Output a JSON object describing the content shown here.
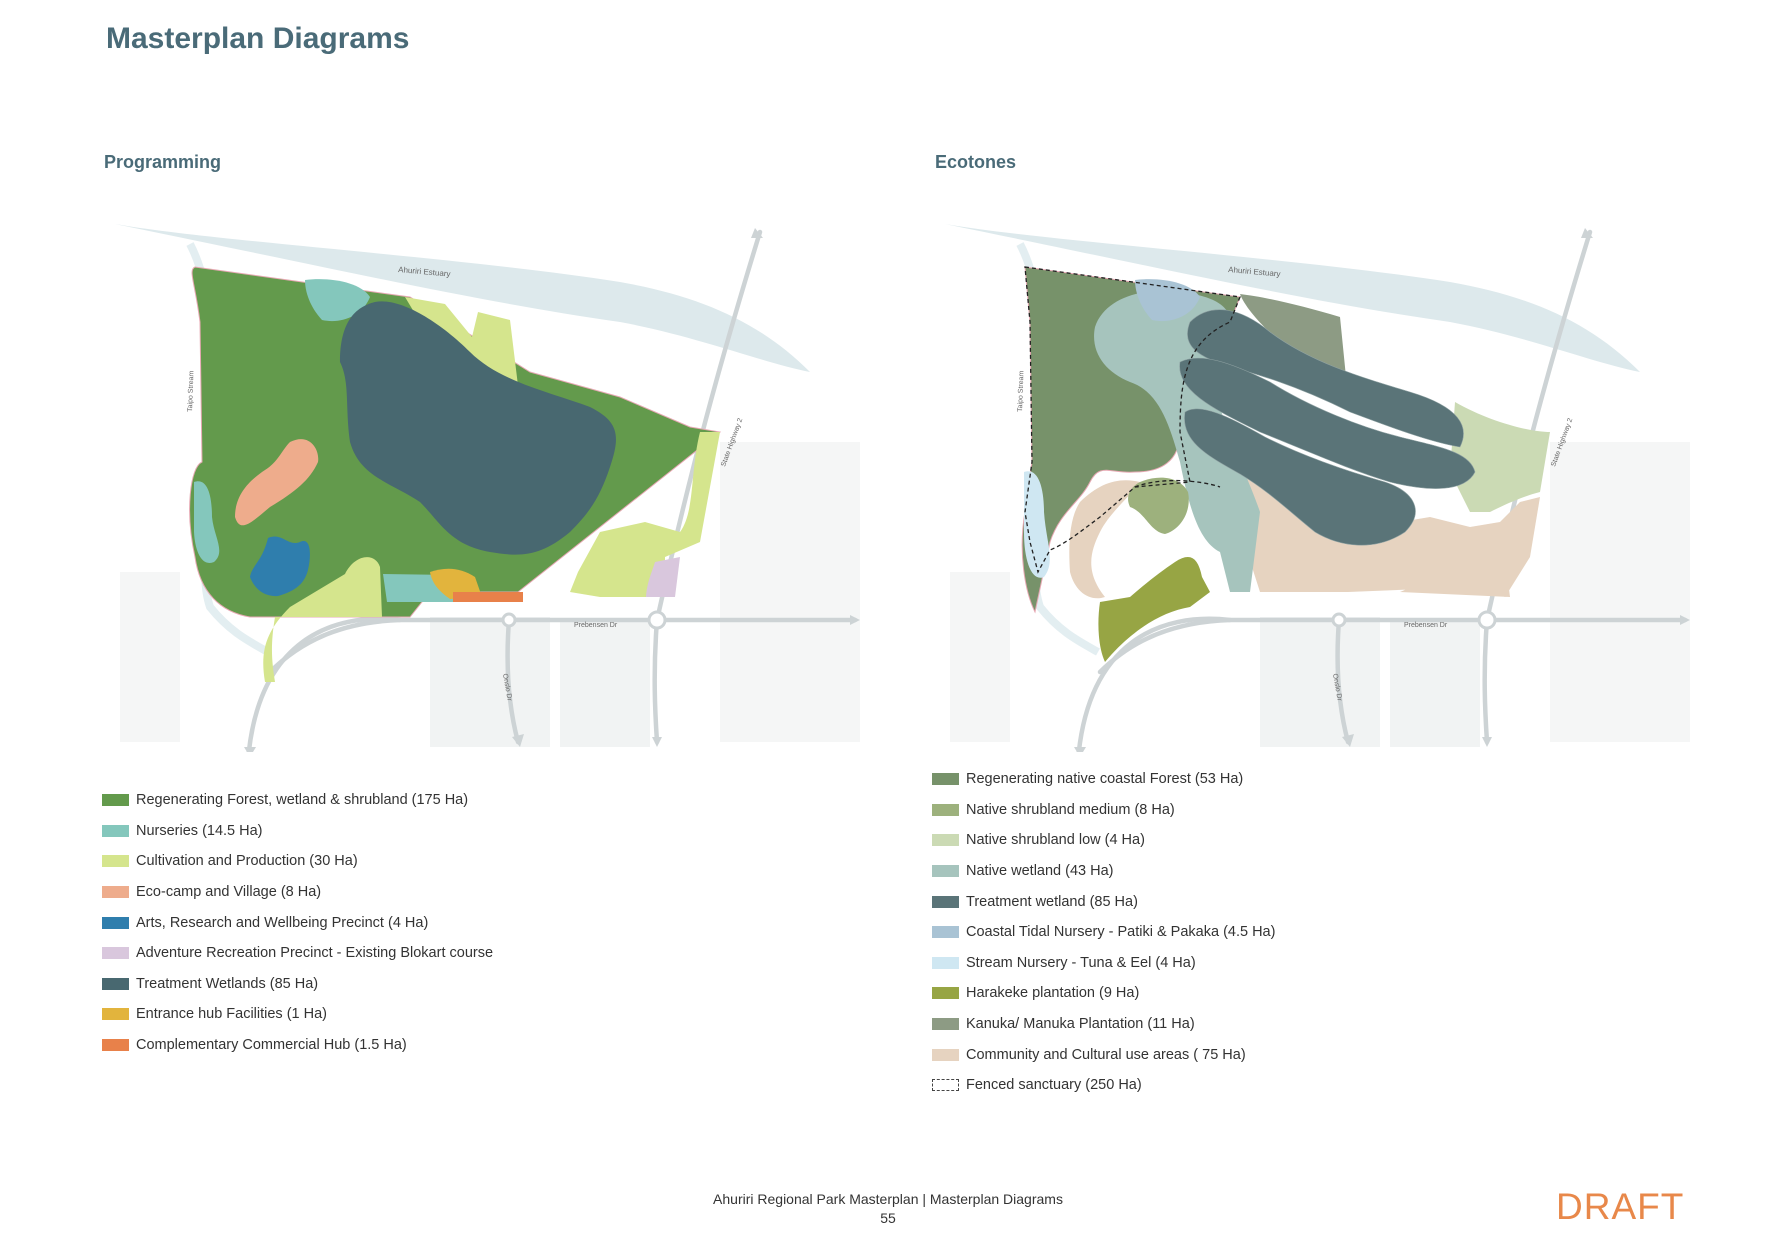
{
  "page": {
    "title": "Masterplan Diagrams",
    "footer_title": "Ahuriri Regional Park Masterplan | Masterplan Diagrams",
    "page_number": "55",
    "draft": "DRAFT"
  },
  "labels": {
    "estuary": "Ahuriri Estuary",
    "stream": "Taipo Stream",
    "highway": "State Highway 2",
    "road": "Prebensen Dr",
    "onslow": "Onslo Dr"
  },
  "programming": {
    "title": "Programming",
    "legend": [
      {
        "label": "Regenerating Forest, wetland & shrubland (175 Ha)",
        "color": "#639a4c"
      },
      {
        "label": "Nurseries (14.5 Ha)",
        "color": "#84c7bc"
      },
      {
        "label": "Cultivation and Production (30 Ha)",
        "color": "#d5e58d"
      },
      {
        "label": "Eco-camp and Village (8 Ha)",
        "color": "#eeac8c"
      },
      {
        "label": "Arts, Research and Wellbeing Precinct (4 Ha)",
        "color": "#2f7ead"
      },
      {
        "label": "Adventure Recreation Precinct - Existing Blokart course",
        "color": "#d9c7dd"
      },
      {
        "label": "Treatment Wetlands (85 Ha)",
        "color": "#486870"
      },
      {
        "label": "Entrance hub Facilities (1 Ha)",
        "color": "#e2b43d"
      },
      {
        "label": "Complementary Commercial Hub (1.5 Ha)",
        "color": "#e8814a"
      }
    ]
  },
  "ecotones": {
    "title": "Ecotones",
    "legend": [
      {
        "label": "Regenerating native coastal Forest (53 Ha)",
        "color": "#77926a"
      },
      {
        "label": "Native shrubland medium (8 Ha)",
        "color": "#9db17d"
      },
      {
        "label": "Native shrubland low (4 Ha)",
        "color": "#cbdab4"
      },
      {
        "label": "Native wetland  (43 Ha)",
        "color": "#a6c4bd"
      },
      {
        "label": "Treatment wetland (85 Ha)",
        "color": "#5a7478"
      },
      {
        "label": "Coastal Tidal Nursery - Patiki & Pakaka (4.5 Ha)",
        "color": "#a9c3d4"
      },
      {
        "label": "Stream Nursery - Tuna & Eel (4 Ha)",
        "color": "#cfe7f2"
      },
      {
        "label": "Harakeke plantation (9 Ha)",
        "color": "#97a544"
      },
      {
        "label": "Kanuka/ Manuka Plantation (11 Ha)",
        "color": "#8d9b84"
      },
      {
        "label": "Community and Cultural use areas ( 75 Ha)",
        "color": "#e6d3c0"
      },
      {
        "label": "Fenced sanctuary (250 Ha)",
        "color": "dashed"
      }
    ]
  }
}
